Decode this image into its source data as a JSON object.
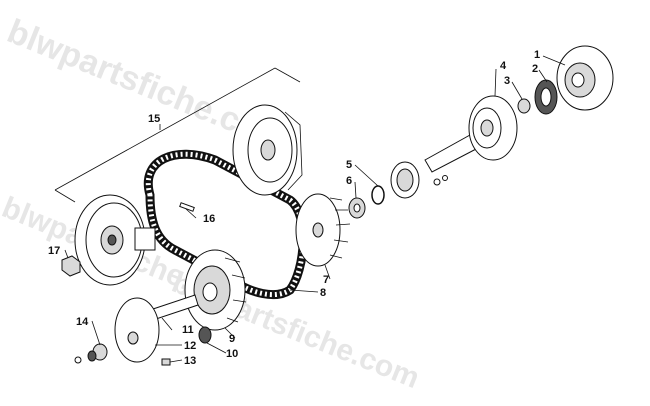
{
  "watermark": {
    "text_top": "blwpartsfiche.com",
    "text_mid": "blwpartsfiche.com",
    "text_bottom": "blwpartsfiche.com"
  },
  "callouts": {
    "c1": "1",
    "c2": "2",
    "c3": "3",
    "c4": "4",
    "c5": "5",
    "c6": "6",
    "c7": "7",
    "c8": "8",
    "c9": "9",
    "c10": "10",
    "c11": "11",
    "c12": "12",
    "c13": "13",
    "c14": "14",
    "c15": "15",
    "c16": "16",
    "c17": "17"
  }
}
